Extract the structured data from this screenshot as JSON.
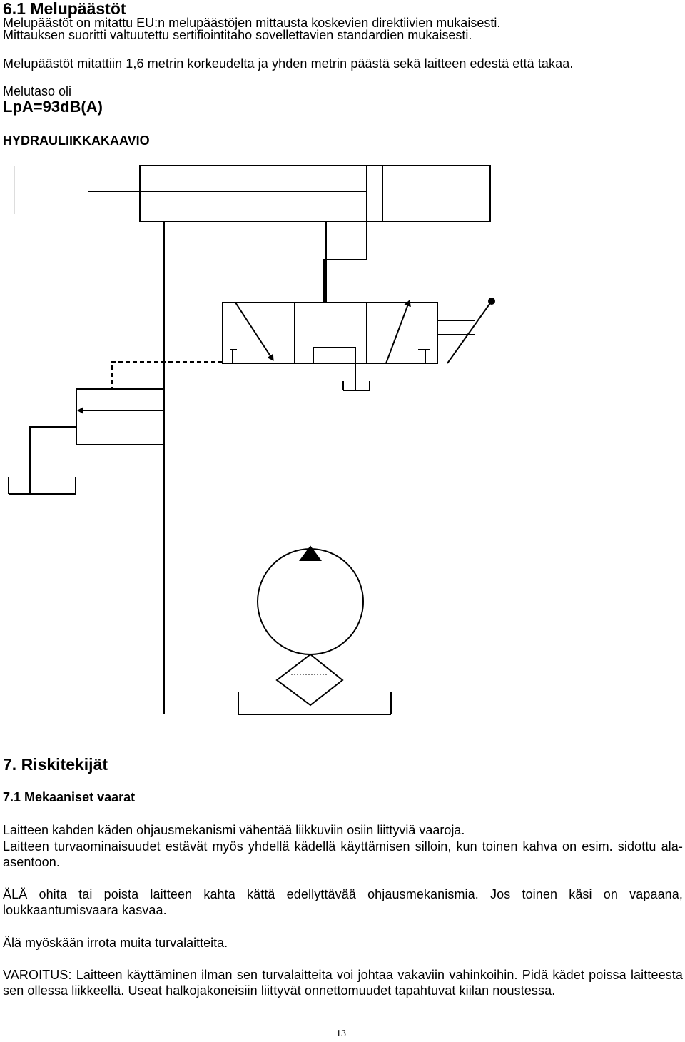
{
  "section_6_1": {
    "heading": "6.1 Melupäästöt",
    "line1": "Melupäästöt on mitattu EU:n melupäästöjen mittausta koskevien direktiivien mukaisesti.",
    "line2": "Mittauksen suoritti valtuutettu sertifiointitaho sovellettavien standardien mukaisesti.",
    "line3": "Melupäästöt mitattiin 1,6 metrin korkeudelta ja yhden metrin päästä sekä laitteen edestä että takaa.",
    "line4": "Melutaso oli",
    "level": "LpA=93dB(A)",
    "diagram_title": "HYDRAULIIKKAKAAVIO"
  },
  "section_7": {
    "heading": "7. Riskitekijät",
    "sub_heading": "7.1 Mekaaniset vaarat",
    "para1_line1": "Laitteen kahden käden ohjausmekanismi vähentää liikkuviin osiin liittyviä vaaroja.",
    "para1_line2": "Laitteen turvaominaisuudet estävät myös yhdellä kädellä käyttämisen silloin, kun toinen kahva on esim. sidottu ala-asentoon.",
    "para2": "ÄLÄ ohita tai poista laitteen kahta kättä edellyttävää ohjausmekanismia. Jos toinen käsi on vapaana, loukkaantumisvaara kasvaa.",
    "para3": "Älä myöskään irrota muita turvalaitteita.",
    "para4": "VAROITUS: Laitteen käyttäminen ilman sen turvalaitteita voi johtaa vakaviin vahinkoihin. Pidä kädet poissa laitteesta sen ollessa liikkeellä. Useat halkojakoneisiin liittyvät onnettomuudet tapahtuvat kiilan noustessa."
  },
  "footer": {
    "page_number": "13"
  }
}
